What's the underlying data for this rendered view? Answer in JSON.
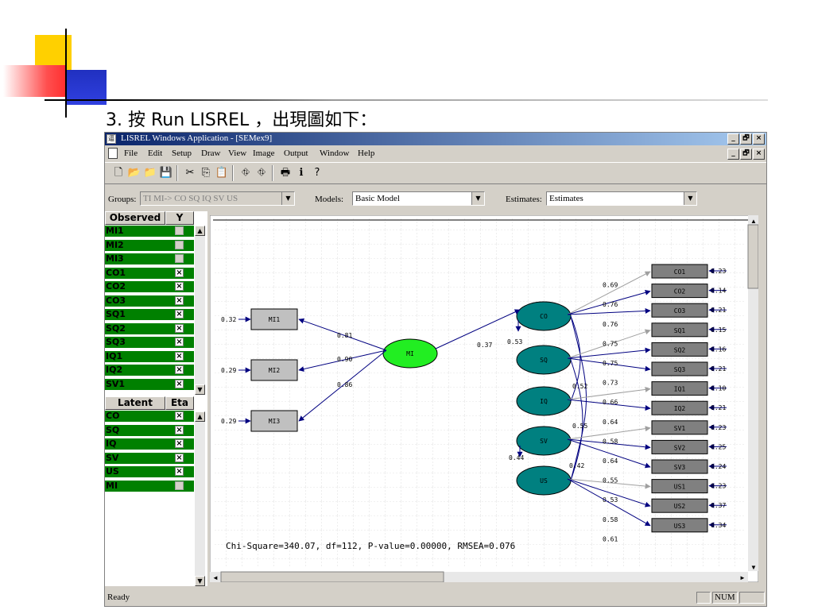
{
  "slide": {
    "heading": "3. 按 Run LISREL ，出現圖如下："
  },
  "window": {
    "title": "LISREL Windows Application - [SEMex9]",
    "app_icon_glyph": "逼",
    "controls": {
      "minimize": "_",
      "maximize": "🗗",
      "close": "×"
    }
  },
  "menu": [
    "File",
    "Edit",
    "Setup",
    "Draw",
    "View",
    "Image",
    "Output",
    "Window",
    "Help"
  ],
  "toolbar": {
    "buttons": [
      "new-document-icon",
      "open-folder-icon",
      "open-path-icon",
      "save-disk-icon",
      "cut-scissors-icon",
      "copy-icon",
      "paste-icon",
      "path-diagram-icon",
      "path-diagram-alt-icon",
      "print-icon",
      "info-icon",
      "help-question-icon"
    ],
    "glyphs": [
      "🗋",
      "📂",
      "📁",
      "💾",
      "✂",
      "⎘",
      "📋",
      "⛗",
      "⛗",
      "🖶",
      "ℹ",
      "?"
    ]
  },
  "selectors": {
    "groups_label": "Groups:",
    "groups_value": "TI MI-> CO SQ IQ SV US",
    "models_label": "Models:",
    "models_value": "Basic Model",
    "estimates_label": "Estimates:",
    "estimates_value": "Estimates"
  },
  "observed_panel": {
    "header": "Observed",
    "col_header": "Y",
    "rows": [
      {
        "name": "MI1",
        "mark": ""
      },
      {
        "name": "MI2",
        "mark": ""
      },
      {
        "name": "MI3",
        "mark": ""
      },
      {
        "name": "CO1",
        "mark": "×"
      },
      {
        "name": "CO2",
        "mark": "×"
      },
      {
        "name": "CO3",
        "mark": "×"
      },
      {
        "name": "SQ1",
        "mark": "×"
      },
      {
        "name": "SQ2",
        "mark": "×"
      },
      {
        "name": "SQ3",
        "mark": "×"
      },
      {
        "name": "IQ1",
        "mark": "×"
      },
      {
        "name": "IQ2",
        "mark": "×"
      },
      {
        "name": "SV1",
        "mark": "×"
      }
    ]
  },
  "latent_panel": {
    "header": "Latent",
    "col_header": "Eta",
    "rows": [
      {
        "name": "CO",
        "mark": "×"
      },
      {
        "name": "SQ",
        "mark": "×"
      },
      {
        "name": "IQ",
        "mark": "×"
      },
      {
        "name": "SV",
        "mark": "×"
      },
      {
        "name": "US",
        "mark": "×"
      },
      {
        "name": "MI",
        "mark": ""
      }
    ]
  },
  "path_diagram": {
    "exogenous": {
      "name": "MI",
      "color": "#22ee22"
    },
    "mi_indicators": [
      {
        "name": "MI1",
        "error": "0.32",
        "loading": "0.81"
      },
      {
        "name": "MI2",
        "error": "0.29",
        "loading": "0.90"
      },
      {
        "name": "MI3",
        "error": "0.29",
        "loading": "0.86"
      }
    ],
    "gamma": "0.37",
    "latents": [
      {
        "name": "CO",
        "color": "#008080",
        "disturbance": ""
      },
      {
        "name": "SQ",
        "color": "#008080",
        "disturbance": "0.53"
      },
      {
        "name": "IQ",
        "color": "#008080",
        "disturbance": ""
      },
      {
        "name": "SV",
        "color": "#008080",
        "disturbance": "0.44"
      },
      {
        "name": "US",
        "color": "#008080",
        "disturbance": ""
      }
    ],
    "latent_correlations": [
      "0.52",
      "0.55",
      "0.42"
    ],
    "indicators": [
      {
        "name": "CO1",
        "loading": "",
        "error": "0.23"
      },
      {
        "name": "CO2",
        "loading": "0.69",
        "error": "0.14"
      },
      {
        "name": "CO3",
        "loading": "0.76",
        "error": "0.21"
      },
      {
        "name": "SQ1",
        "loading": "0.76",
        "error": "0.15"
      },
      {
        "name": "SQ2",
        "loading": "0.75",
        "error": "0.16"
      },
      {
        "name": "SQ3",
        "loading": "0.75",
        "error": "0.21"
      },
      {
        "name": "IQ1",
        "loading": "0.73",
        "error": "0.10"
      },
      {
        "name": "IQ2",
        "loading": "0.66",
        "error": "0.21"
      },
      {
        "name": "SV1",
        "loading": "0.64",
        "error": "0.23"
      },
      {
        "name": "SV2",
        "loading": "0.58",
        "error": "0.25"
      },
      {
        "name": "SV3",
        "loading": "0.64",
        "error": "0.24"
      },
      {
        "name": "US1",
        "loading": "0.55",
        "error": "0.23"
      },
      {
        "name": "US2",
        "loading": "0.53",
        "error": "0.37"
      },
      {
        "name": "US3",
        "loading": "0.58",
        "error": "0.34"
      }
    ],
    "extra_loading": "0.61",
    "fit_statistics": "Chi-Square=340.07, df=112, P-value=0.00000, RMSEA=0.076"
  },
  "status": {
    "text": "Ready",
    "num": "NUM"
  },
  "colors": {
    "title_bar": "#0a246a",
    "var_panel": "#008000",
    "arrow": "#000080",
    "indicator_box": "#808080",
    "mi_box": "#c0c0c0"
  }
}
